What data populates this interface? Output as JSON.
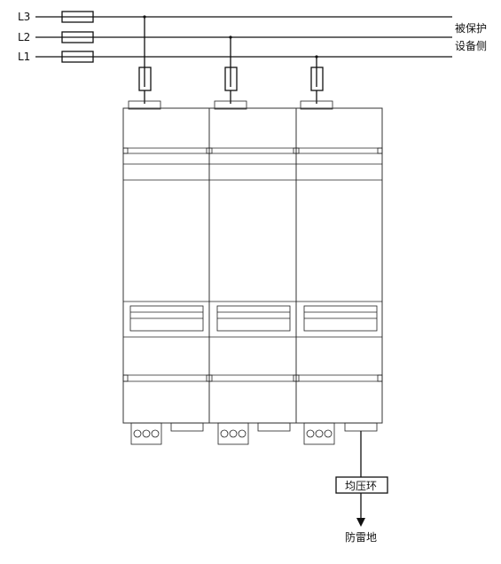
{
  "lines": [
    {
      "id": "L3",
      "label": "L3"
    },
    {
      "id": "L2",
      "label": "L2"
    },
    {
      "id": "L1",
      "label": "L1"
    }
  ],
  "protected_side_label": [
    "被保护",
    "设备侧"
  ],
  "equalizing_ring_label": "均压环",
  "ground_label": "防雷地",
  "colors": {
    "line": "#111111",
    "module_edge": "#333333",
    "background": "#ffffff"
  }
}
